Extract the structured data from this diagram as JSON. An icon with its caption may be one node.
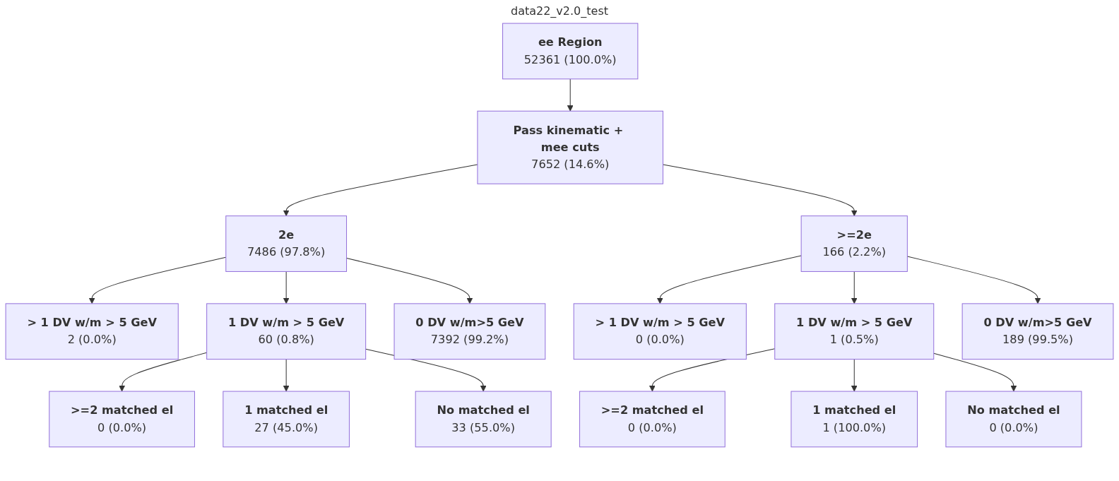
{
  "diagram": {
    "title": "data22_v2.0_test",
    "nodes": [
      {
        "text": [
          "ee Region",
          "52361 (100.0%)"
        ]
      },
      {
        "text": [
          "Pass kinematic + mee cuts",
          "7652 (14.6%)"
        ]
      },
      {
        "text": [
          "2e",
          "7486 (97.8%)"
        ]
      },
      {
        "text": [
          ">=2e",
          "166 (2.2%)"
        ]
      },
      {
        "text": [
          "> 1 DV w/m > 5 GeV",
          "2 (0.0%)"
        ]
      },
      {
        "text": [
          "1 DV w/m > 5 GeV",
          "60 (0.8%)"
        ]
      },
      {
        "text": [
          "0 DV w/m>5 GeV",
          "7392 (99.2%)"
        ]
      },
      {
        "text": [
          ">=2 matched el",
          "0 (0.0%)"
        ]
      },
      {
        "text": [
          "1 matched el",
          "27 (45.0%)"
        ]
      },
      {
        "text": [
          "No matched el",
          "33 (55.0%)"
        ]
      },
      {
        "text": [
          "> 1 DV w/m > 5 GeV",
          "0 (0.0%)"
        ]
      },
      {
        "text": [
          "1 DV w/m > 5 GeV",
          "1 (0.5%)"
        ]
      },
      {
        "text": [
          "0 DV w/m>5 GeV",
          "189 (99.5%)"
        ]
      },
      {
        "text": [
          ">=2 matched el",
          "0 (0.0%)"
        ]
      },
      {
        "text": [
          "1 matched el",
          "1 (100.0%)"
        ]
      },
      {
        "text": [
          "No matched el",
          "0 (0.0%)"
        ]
      }
    ],
    "edges": [
      {
        "from": 0,
        "to": 1,
        "arrow": "to"
      },
      {
        "from": 1,
        "to": 2,
        "arrow": "to"
      },
      {
        "from": 1,
        "to": 3,
        "arrow": "to"
      },
      {
        "from": 2,
        "to": 4,
        "arrow": "to"
      },
      {
        "from": 2,
        "to": 5,
        "arrow": "to"
      },
      {
        "from": 2,
        "to": 6,
        "arrow": "to"
      },
      {
        "from": 5,
        "to": 7,
        "arrow": "to"
      },
      {
        "from": 5,
        "to": 8,
        "arrow": "to"
      },
      {
        "from": 5,
        "to": 9,
        "arrow": "to"
      },
      {
        "from": 3,
        "to": 10,
        "arrow": "to"
      },
      {
        "from": 3,
        "to": 11,
        "arrow": "to"
      },
      {
        "from": 3,
        "to": 12,
        "arrow": "to"
      },
      {
        "from": 11,
        "to": 13,
        "arrow": "to"
      },
      {
        "from": 11,
        "to": 14,
        "arrow": "to"
      },
      {
        "from": 11,
        "to": 15,
        "arrow": "to"
      }
    ]
  }
}
